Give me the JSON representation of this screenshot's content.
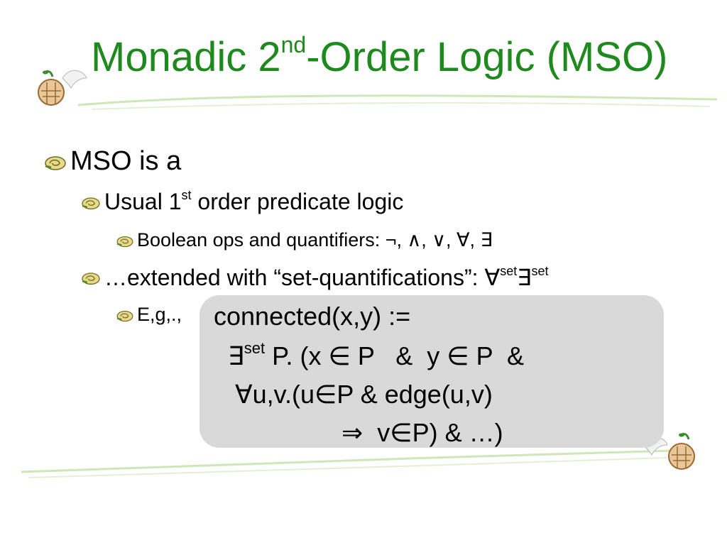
{
  "slide": {
    "title": {
      "part1": "Monadic 2",
      "sup": "nd",
      "part2": "-Order Logic (MSO)"
    },
    "bullets": {
      "b1": "MSO is a",
      "b2_pre": "Usual 1",
      "b2_sup": "st",
      "b2_post": " order predicate logic",
      "b3": "Boolean ops and quantifiers: ¬,  ∧,  ∨, ∀,  ∃",
      "b4_pre": "…extended with “set-quantifications”: ∀",
      "b4_sup1": "set",
      "b4_mid": "∃",
      "b4_sup2": "set",
      "b5": "E,g,.,"
    },
    "formula": {
      "line1": "connected(x,y) :=",
      "line2_pre": "  ∃",
      "line2_sup": "set",
      "line2_post": " P. (x ∈ P   &  y ∈ P  &",
      "line3": "   ∀u,v.(u∈P & edge(u,v)",
      "line4": "                  ⇒  v∈P) & …)"
    }
  },
  "colors": {
    "title": "#1e8a1e",
    "formula_box": "#d9d9d9",
    "swoosh": "#cfe6b8"
  },
  "icons": {
    "bullet": "snail-shell-icon",
    "logo": "dove-with-basket-icon"
  }
}
